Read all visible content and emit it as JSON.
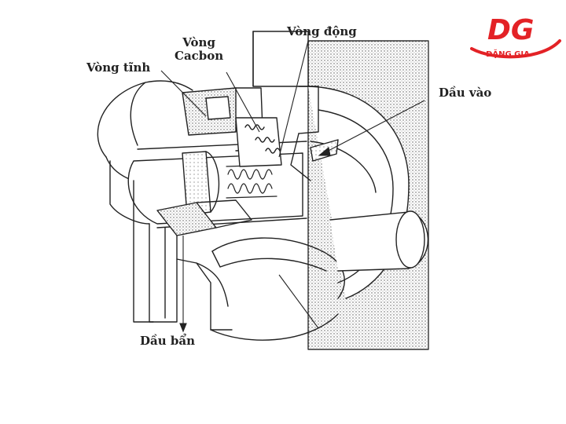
{
  "logo": {
    "initials": "DG",
    "name": "ĐẶNG GIA",
    "color": "#e32226"
  },
  "labels": {
    "vong_tinh": "Vòng tĩnh",
    "vong_cacbon": [
      "Vòng",
      "Cacbon"
    ],
    "vong_dong": "Vòng động",
    "dau_vao": "Dầu vào",
    "dau_ban": "Dầu bẩn"
  }
}
